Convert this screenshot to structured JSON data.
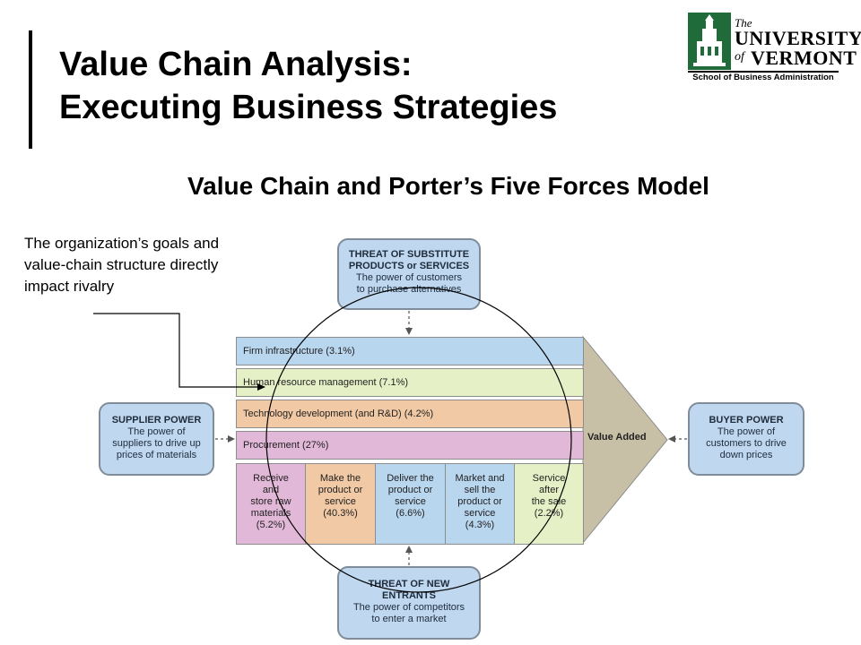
{
  "slide": {
    "title_line1": "Value Chain Analysis:",
    "title_line2": "Executing Business Strategies",
    "subtitle": "Value Chain and Porter’s Five Forces Model"
  },
  "logo": {
    "the": "The",
    "university": "UNIVERSITY",
    "of": "of",
    "vermont": "VERMONT",
    "school": "School of Business Administration"
  },
  "annotation": {
    "line1": "The organization’s goals and",
    "line2": "value-chain structure directly",
    "line3": "impact rivalry"
  },
  "forces": {
    "substitutes": {
      "h1": "THREAT OF SUBSTITUTE",
      "h2": "PRODUCTS or SERVICES",
      "d1": "The power of customers",
      "d2": "to purchase alternatives"
    },
    "supplier": {
      "h1": "SUPPLIER POWER",
      "d1": "The power of",
      "d2": "suppliers to drive up",
      "d3": "prices of materials"
    },
    "buyer": {
      "h1": "BUYER POWER",
      "d1": "The power of",
      "d2": "customers to drive",
      "d3": "down prices"
    },
    "entrants": {
      "h1": "THREAT OF NEW",
      "h2": "ENTRANTS",
      "d1": "The power of competitors",
      "d2": "to enter a market"
    }
  },
  "support_activities": [
    {
      "label": "Firm infrastructure (3.1%)",
      "color": "#b9d6ef"
    },
    {
      "label": "Human resource management (7.1%)",
      "color": "#e6f0c6"
    },
    {
      "label": "Technology development (and R&D) (4.2%)",
      "color": "#f1c9a4"
    },
    {
      "label": "Procurement (27%)",
      "color": "#e2b8d8"
    }
  ],
  "primary_activities": [
    {
      "lines": [
        "Receive",
        "and",
        "store raw",
        "materials",
        "(5.2%)"
      ],
      "color": "#e2b8d8"
    },
    {
      "lines": [
        "Make the",
        "product or",
        "service",
        "(40.3%)"
      ],
      "color": "#f1c9a4"
    },
    {
      "lines": [
        "Deliver the",
        "product or",
        "service",
        "(6.6%)"
      ],
      "color": "#b9d6ef"
    },
    {
      "lines": [
        "Market and",
        "sell the",
        "product or",
        "service",
        "(4.3%)"
      ],
      "color": "#b9d6ef"
    },
    {
      "lines": [
        "Service",
        "after",
        "the sale",
        "(2.2%)"
      ],
      "color": "#e6f0c6"
    }
  ],
  "value_added": "Value Added",
  "colors": {
    "force_box": "#bfd8f0",
    "value_added_arrow": "#c8c0a6",
    "logo_green": "#1f6b3a"
  }
}
